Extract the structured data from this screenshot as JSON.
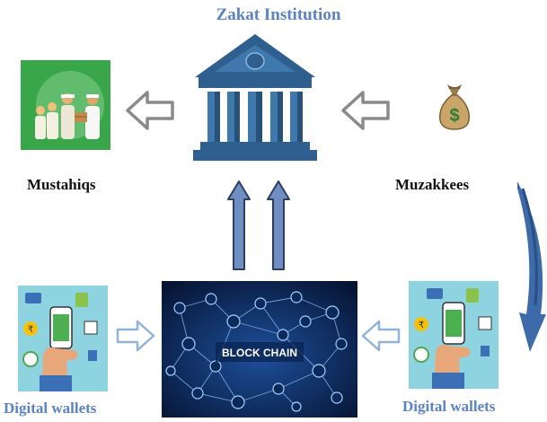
{
  "title": "Zakat Institution",
  "labels": {
    "mustahiqs": "Mustahiqs",
    "muzakkees": "Muzakkees",
    "wallet_left": "Digital wallets",
    "wallet_right": "Digital wallets",
    "blockchain": "BLOCK CHAIN"
  },
  "icons": {
    "institution": "bank-building-icon",
    "recipients": "people-receiving-charity-icon",
    "donor": "money-bag-icon",
    "wallet": "smartphone-wallet-icon",
    "blockchain": "blockchain-network-icon"
  },
  "colors": {
    "title_blue": "#5b83c4",
    "bank_blue": "#2f5f8f",
    "arrow_blue": "#6f8fc4",
    "green_panel": "#3aa64a",
    "wallet_panel": "#8dd3e0",
    "blockchain_bg": "#0b1f4a"
  }
}
